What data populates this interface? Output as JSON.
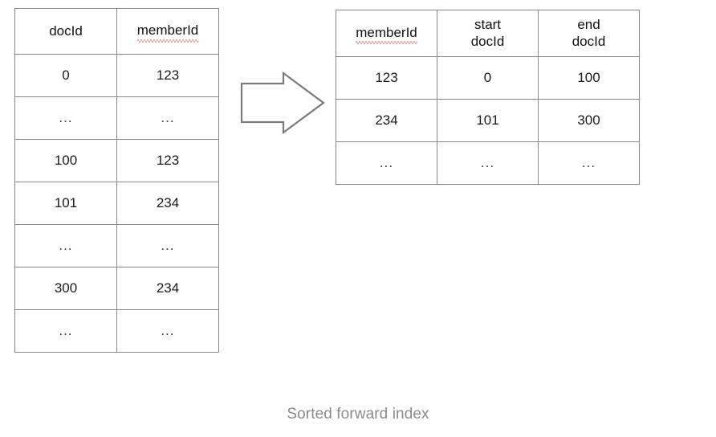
{
  "diagram": {
    "caption": "Sorted forward index",
    "arrow": {
      "icon": "right-block-arrow-icon",
      "direction": "right",
      "stroke_color": "#7a7a7a",
      "fill_color": "#ffffff"
    },
    "colors": {
      "background": "#ffffff",
      "border": "#888888",
      "text": "#1a1a1a",
      "caption": "#8b8b8b",
      "spellcheck_underline": "#e8403a"
    }
  },
  "forward_index_table": {
    "name": "forward-index",
    "columns": [
      {
        "label": "docId",
        "spellcheck": false
      },
      {
        "label": "memberId",
        "spellcheck": true
      }
    ],
    "rows": [
      {
        "docId": "0",
        "memberId": "123"
      },
      {
        "docId": "...",
        "memberId": "..."
      },
      {
        "docId": "100",
        "memberId": "123"
      },
      {
        "docId": "101",
        "memberId": "234"
      },
      {
        "docId": "...",
        "memberId": "..."
      },
      {
        "docId": "300",
        "memberId": "234"
      },
      {
        "docId": "...",
        "memberId": "..."
      }
    ]
  },
  "sorted_range_table": {
    "name": "sorted-range-index",
    "columns": [
      {
        "label": "memberId",
        "line1": "memberId",
        "line2": "",
        "spellcheck": true
      },
      {
        "label": "start docId",
        "line1": "start",
        "line2": "docId",
        "spellcheck": false
      },
      {
        "label": "end docId",
        "line1": "end",
        "line2": "docId",
        "spellcheck": false
      }
    ],
    "rows": [
      {
        "memberId": "123",
        "start_docId": "0",
        "end_docId": "100"
      },
      {
        "memberId": "234",
        "start_docId": "101",
        "end_docId": "300"
      },
      {
        "memberId": "...",
        "start_docId": "...",
        "end_docId": "..."
      }
    ]
  }
}
